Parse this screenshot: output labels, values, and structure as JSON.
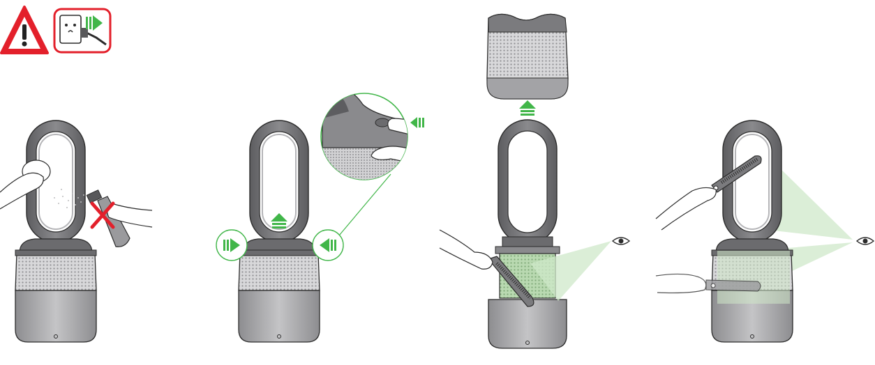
{
  "colors": {
    "warning_red": "#e3202b",
    "accent_green": "#41b649",
    "green_light": "#cfe8c9",
    "body_gray": "#7b7b7e",
    "dark_gray": "#58585a",
    "mesh_gray": "#bdbdbf",
    "outline": "#2b2b2b"
  },
  "icons": {
    "warning": "exclamation-triangle-icon",
    "unplug": "unplug-from-socket-icon",
    "no_spray": "no-spray-cross-icon",
    "eye": "eye-icon",
    "arrow": "green-arrow-icon"
  },
  "steps": [
    {
      "name": "wipe-loop-with-cloth-no-sprays"
    },
    {
      "name": "press-release-buttons-lift-loop"
    },
    {
      "name": "remove-filter-brush-inside"
    },
    {
      "name": "brush-and-inspect-for-debris"
    }
  ]
}
